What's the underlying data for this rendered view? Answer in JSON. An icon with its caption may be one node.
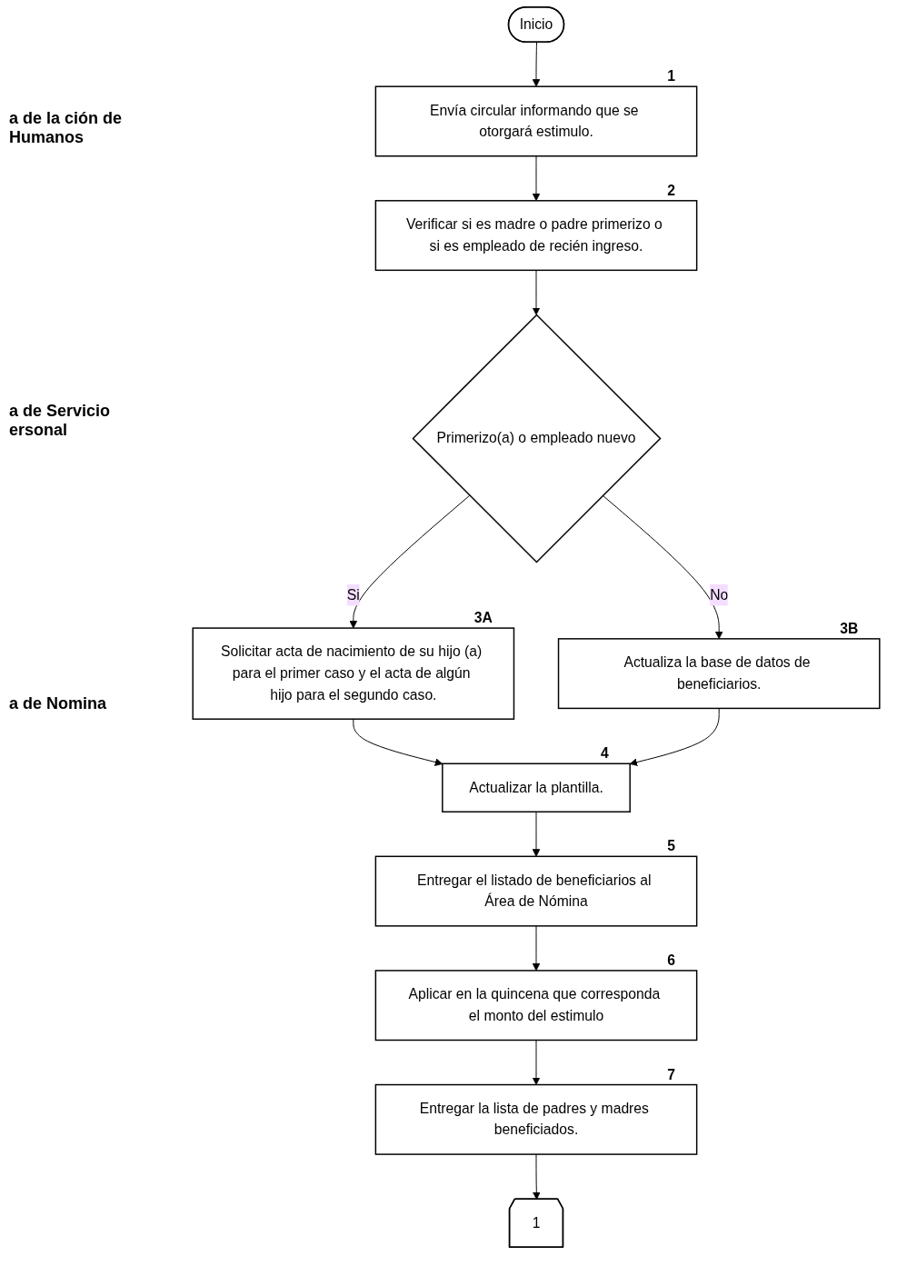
{
  "diagram": {
    "nodes": [
      {
        "text": [
          "Inicio"
        ]
      },
      {
        "text": [
          "Envía circular informando que se otorgará estimulo."
        ],
        "beside": [
          "1"
        ]
      },
      {
        "text": [
          "Verificar si es madre o padre primerizo o si es empleado de recién ingreso."
        ],
        "beside": [
          "2"
        ]
      },
      {
        "text": [
          "Primerizo(a) o empleado nuevo"
        ]
      },
      {
        "text": [
          "Solicitar acta de nacimiento de su hijo (a) para el primer caso y el acta de algún hijo para el segundo caso."
        ],
        "beside": [
          "3A"
        ]
      },
      {
        "text": [
          "Actualiza la base de datos de beneficiarios."
        ],
        "beside": [
          "3B"
        ]
      },
      {
        "text": [
          "Actualizar la plantilla."
        ],
        "beside": [
          "4"
        ]
      },
      {
        "text": [
          "Entregar el listado de beneficiarios al Área de Nómina"
        ],
        "beside": [
          "5"
        ]
      },
      {
        "text": [
          "Aplicar en la quincena que corresponda el monto del estimulo"
        ],
        "beside": [
          "6"
        ]
      },
      {
        "text": [
          "Entregar la lista de padres y madres beneficiados."
        ],
        "beside": [
          "7"
        ]
      },
      {
        "text": [
          "1"
        ]
      }
    ],
    "edges": [
      {
        "from": 0,
        "to": 1,
        "arrow": "to"
      },
      {
        "from": 1,
        "to": 2,
        "arrow": "to"
      },
      {
        "from": 2,
        "to": 3,
        "arrow": "to"
      },
      {
        "from": 3,
        "to": 4,
        "label": "Si",
        "arrow": "to"
      },
      {
        "from": 3,
        "to": 5,
        "label": "No",
        "arrow": "to"
      },
      {
        "from": 4,
        "to": 6,
        "arrow": "to"
      },
      {
        "from": 5,
        "to": 6,
        "arrow": "to"
      },
      {
        "from": 6,
        "to": 7,
        "arrow": "to"
      },
      {
        "from": 7,
        "to": 8,
        "arrow": "to"
      },
      {
        "from": 8,
        "to": 9,
        "arrow": "to"
      },
      {
        "from": 9,
        "to": 10,
        "arrow": "to"
      }
    ],
    "labels": [
      "a de la ción de Humanos",
      "a de Servicio ersonal",
      "a de Nomina"
    ]
  }
}
